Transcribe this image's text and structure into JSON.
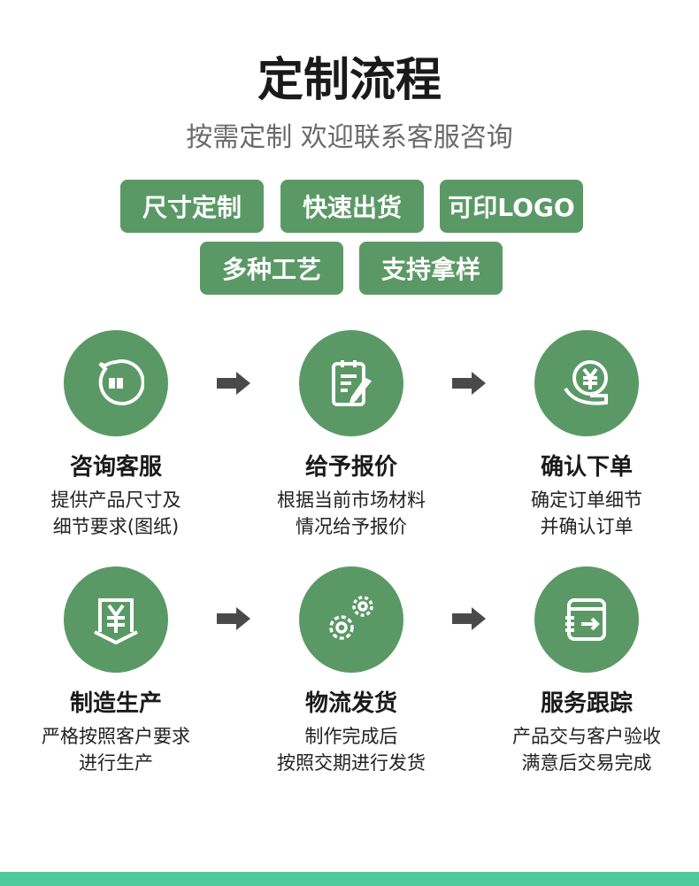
{
  "title": "定制流程",
  "subtitle": "按需定制 欢迎联系客服咨询",
  "tags": [
    "尺寸定制",
    "快速出货",
    "可印LOGO",
    "多种工艺",
    "支持拿样"
  ],
  "steps": [
    {
      "title": "咨询客服",
      "desc": [
        "提供产品尺寸及",
        "细节要求(图纸)"
      ],
      "icon": "chat-bubble-icon"
    },
    {
      "title": "给予报价",
      "desc": [
        "根据当前市场材料",
        "情况给予报价"
      ],
      "icon": "clipboard-edit-icon"
    },
    {
      "title": "确认下单",
      "desc": [
        "确定订单细节",
        "并确认订单"
      ],
      "icon": "yen-hand-icon"
    },
    {
      "title": "制造生产",
      "desc": [
        "严格按照客户要求",
        "进行生产"
      ],
      "icon": "yen-shield-icon"
    },
    {
      "title": "物流发货",
      "desc": [
        "制作完成后",
        "按照交期进行发货"
      ],
      "icon": "gears-icon"
    },
    {
      "title": "服务跟踪",
      "desc": [
        "产品交与客户验收",
        "满意后交易完成"
      ],
      "icon": "box-arrow-icon"
    }
  ],
  "colors": {
    "green": "#5a9966",
    "bar": "#4ecb9f"
  }
}
